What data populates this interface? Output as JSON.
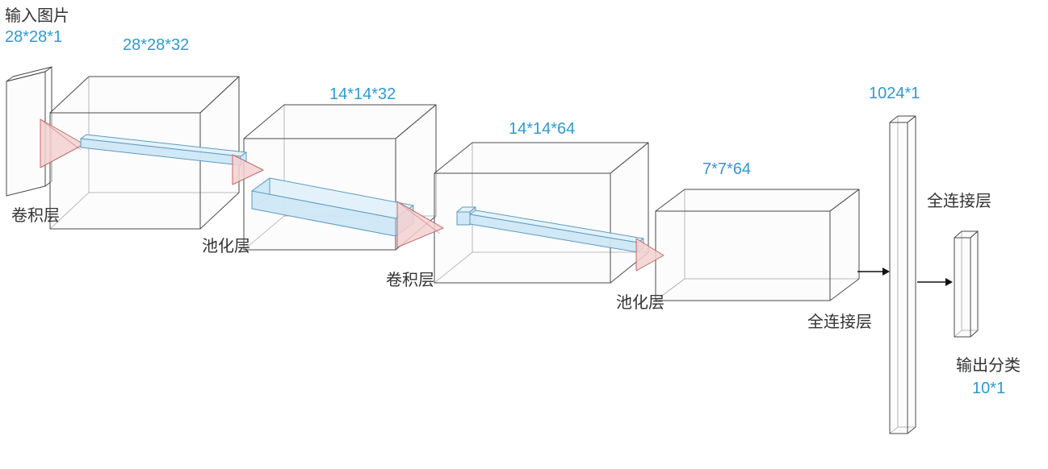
{
  "diagram": {
    "type": "cnn-architecture",
    "colors": {
      "accent_blue": "#2f9ad2",
      "label_black": "#333333",
      "box_edge": "#4a4a4a",
      "cone_fill": "#f4d0d0",
      "cone_edge": "#c06a6a",
      "bar_fill": "#cfe7f7",
      "bar_top": "#e2f1fa",
      "bar_edge": "#5d9bbf",
      "arrow_color": "#111111"
    },
    "layers": [
      {
        "id": "input",
        "name": "输入图片",
        "dims": "28*28*1"
      },
      {
        "id": "conv1",
        "op": "卷积层",
        "dims": "28*28*32"
      },
      {
        "id": "pool1",
        "op": "池化层",
        "dims": "14*14*32"
      },
      {
        "id": "conv2",
        "op": "卷积层",
        "dims": "14*14*64"
      },
      {
        "id": "pool2",
        "op": "池化层",
        "dims": "7*7*64"
      },
      {
        "id": "fc1",
        "op": "全连接层",
        "dims": "1024*1"
      },
      {
        "id": "fc2",
        "op": "全连接层"
      },
      {
        "id": "output",
        "name": "输出分类",
        "dims": "10*1"
      }
    ]
  }
}
